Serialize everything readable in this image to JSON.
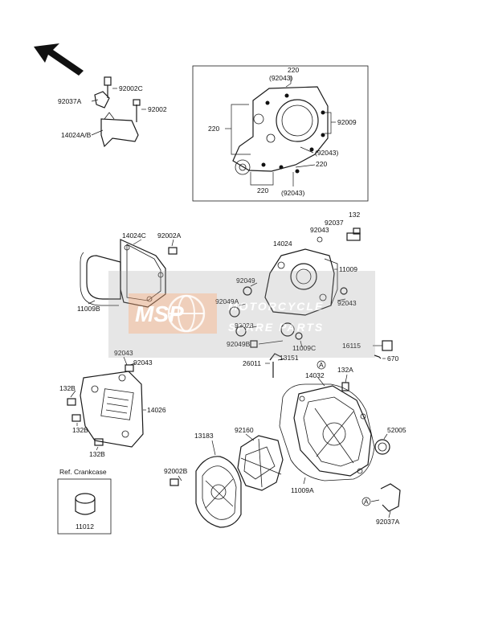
{
  "diagram": {
    "labels": {
      "l_220_top": "220",
      "l_92043_top": "(92043)",
      "l_220_left": "220",
      "l_92009": "92009",
      "l_92043_mid": "(92043)",
      "l_220_right": "220",
      "l_220_bottom": "220",
      "l_92043_bottom": "(92043)",
      "l_92037A_top": "92037A",
      "l_92002C": "92002C",
      "l_92002": "92002",
      "l_14024AB": "14024A/B",
      "l_14024C": "14024C",
      "l_92002A": "92002A",
      "l_11009B": "11009B",
      "l_92037": "92037",
      "l_132_top": "132",
      "l_92043_r1": "92043",
      "l_14024": "14024",
      "l_11009": "11009",
      "l_92049": "92049",
      "l_92049A": "92049A",
      "l_92043_r2": "92043",
      "l_92028": "92028",
      "l_92049B": "92049B",
      "l_11009C": "11009C",
      "l_16115": "16115",
      "l_670": "670",
      "l_26011": "26011",
      "l_13151": "13151",
      "l_92043_l1": "92043",
      "l_92043_l2": "92043",
      "l_14032": "14032",
      "l_132A": "132A",
      "l_132B_1": "132B",
      "l_14026": "14026",
      "l_132B_2": "132B",
      "l_132B_3": "132B",
      "l_52005": "52005",
      "l_92160": "92160",
      "l_13183": "13183",
      "l_92002B": "92002B",
      "l_11009A": "11009A",
      "l_ref_crankcase": "Ref. Crankcase",
      "l_11012": "11012",
      "l_92037A_bottom": "92037A",
      "l_marker_A1": "A",
      "l_marker_A2": "A"
    },
    "watermark": {
      "logo": "MSP",
      "line1": "MOTORCYCLE",
      "line2": "SPARE PARTS"
    }
  }
}
